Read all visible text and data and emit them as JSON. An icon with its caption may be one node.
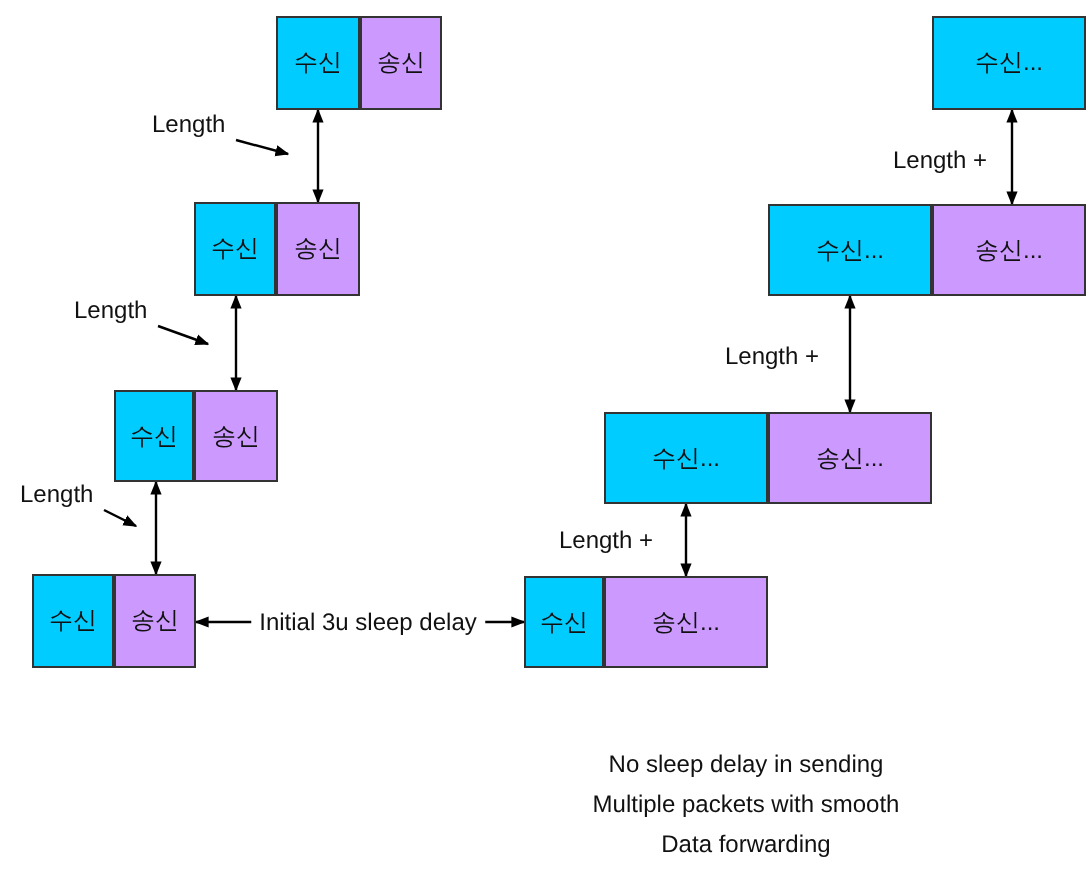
{
  "diagram": {
    "nodes": [
      {
        "text": [
          "수신"
        ]
      },
      {
        "text": [
          "송신"
        ]
      },
      {
        "text": [
          "수신"
        ]
      },
      {
        "text": [
          "송신"
        ]
      },
      {
        "text": [
          "수신"
        ]
      },
      {
        "text": [
          "송신"
        ]
      },
      {
        "text": [
          "수신"
        ]
      },
      {
        "text": [
          "송신"
        ]
      },
      {
        "text": [
          "수신..."
        ]
      },
      {
        "text": [
          "수신..."
        ]
      },
      {
        "text": [
          "송신..."
        ]
      },
      {
        "text": [
          "수신..."
        ]
      },
      {
        "text": [
          "송신..."
        ]
      },
      {
        "text": [
          "수신"
        ]
      },
      {
        "text": [
          "송신..."
        ]
      },
      {
        "text": [
          "Length"
        ]
      },
      {
        "text": [
          "Length"
        ]
      },
      {
        "text": [
          "Length"
        ]
      }
    ],
    "edges": [
      {
        "from": 0,
        "to": 3,
        "arrow": "both"
      },
      {
        "from": 2,
        "to": 5,
        "arrow": "both"
      },
      {
        "from": 4,
        "to": 7,
        "arrow": "both"
      },
      {
        "from": 7,
        "to": 13,
        "arrow": "both",
        "label": "Initial 3u sleep delay"
      },
      {
        "from": 8,
        "to": 10,
        "arrow": "both"
      },
      {
        "from": 9,
        "to": 12,
        "arrow": "both"
      },
      {
        "from": 11,
        "to": 14,
        "arrow": "both"
      },
      {
        "from": 15,
        "to": null,
        "arrow": "to"
      },
      {
        "from": 16,
        "to": null,
        "arrow": "to"
      },
      {
        "from": 17,
        "to": null,
        "arrow": "to"
      }
    ],
    "labels": [
      "Length +",
      "Length +",
      "Length +",
      "No sleep delay in sending Multiple packets with smooth Data forwarding"
    ]
  }
}
